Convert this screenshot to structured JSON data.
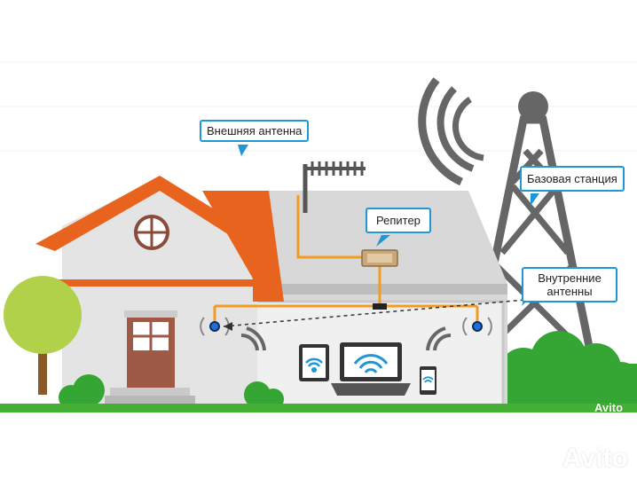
{
  "labels": {
    "external_antenna": "Внешняя антенна",
    "repeater": "Репитер",
    "base_station": "Базовая станция",
    "internal_antennas_line1": "Внутренние",
    "internal_antennas_line2": "антенны"
  },
  "watermark": {
    "small": "Avito",
    "large": "Avito"
  },
  "colors": {
    "accent": "#1f97d6",
    "roof": "#e8641e",
    "cable": "#f39a21",
    "grass": "#45b035",
    "tower": "#666666"
  },
  "icons": [
    "wifi-icon",
    "laptop-icon",
    "tablet-icon",
    "phone-icon",
    "tree-icon",
    "tower-icon",
    "antenna-icon",
    "repeater-icon"
  ]
}
